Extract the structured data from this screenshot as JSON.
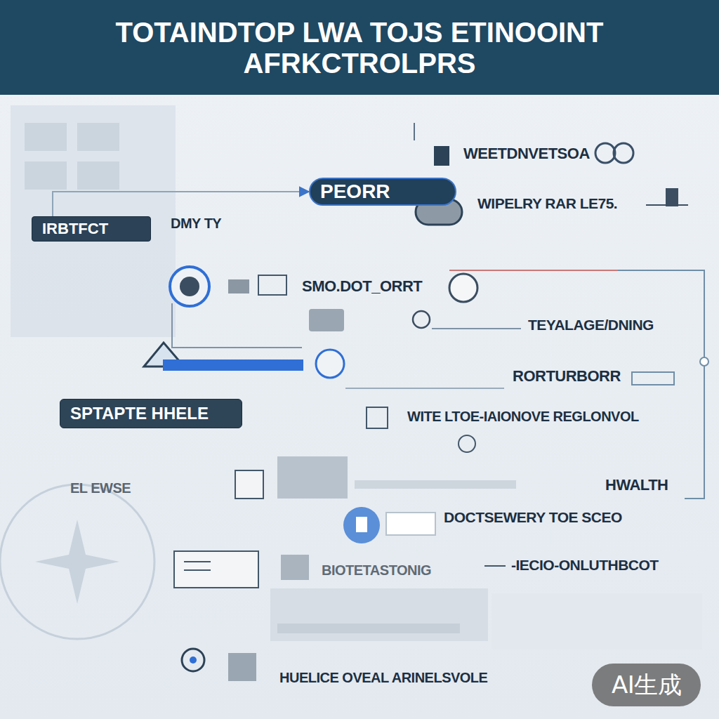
{
  "diagram": {
    "title": "TOTAINDTOP LWA TOJS ETINOOINT AFRKCTROLPRS",
    "nodes": [
      {
        "text": [
          "PEORR"
        ]
      },
      {
        "text": [
          "IRBTFCT"
        ]
      },
      {
        "text": [
          "SPTAPTE HHELE"
        ]
      }
    ],
    "edges": [
      {
        "from": 1,
        "to": 0,
        "arrow": "to"
      }
    ],
    "labels": [
      "WEETDNVETSOA",
      "WIPELRY RAR LE75.",
      "DMY TY",
      "SMO.DOT_ORRT",
      "TEYALAGE/DNING",
      "RORTURBORR",
      "WITE LTOE-IAIONOVE REGLONVOL",
      "EL EWSE",
      "HWALTH",
      "DOCTSEWERY TOE SCEO",
      "BIOTETASTONIG",
      "-IECIO-ONLUTHBCOT",
      "HUELICE OVEAL ARINELSVOLE",
      "AI生成"
    ]
  }
}
